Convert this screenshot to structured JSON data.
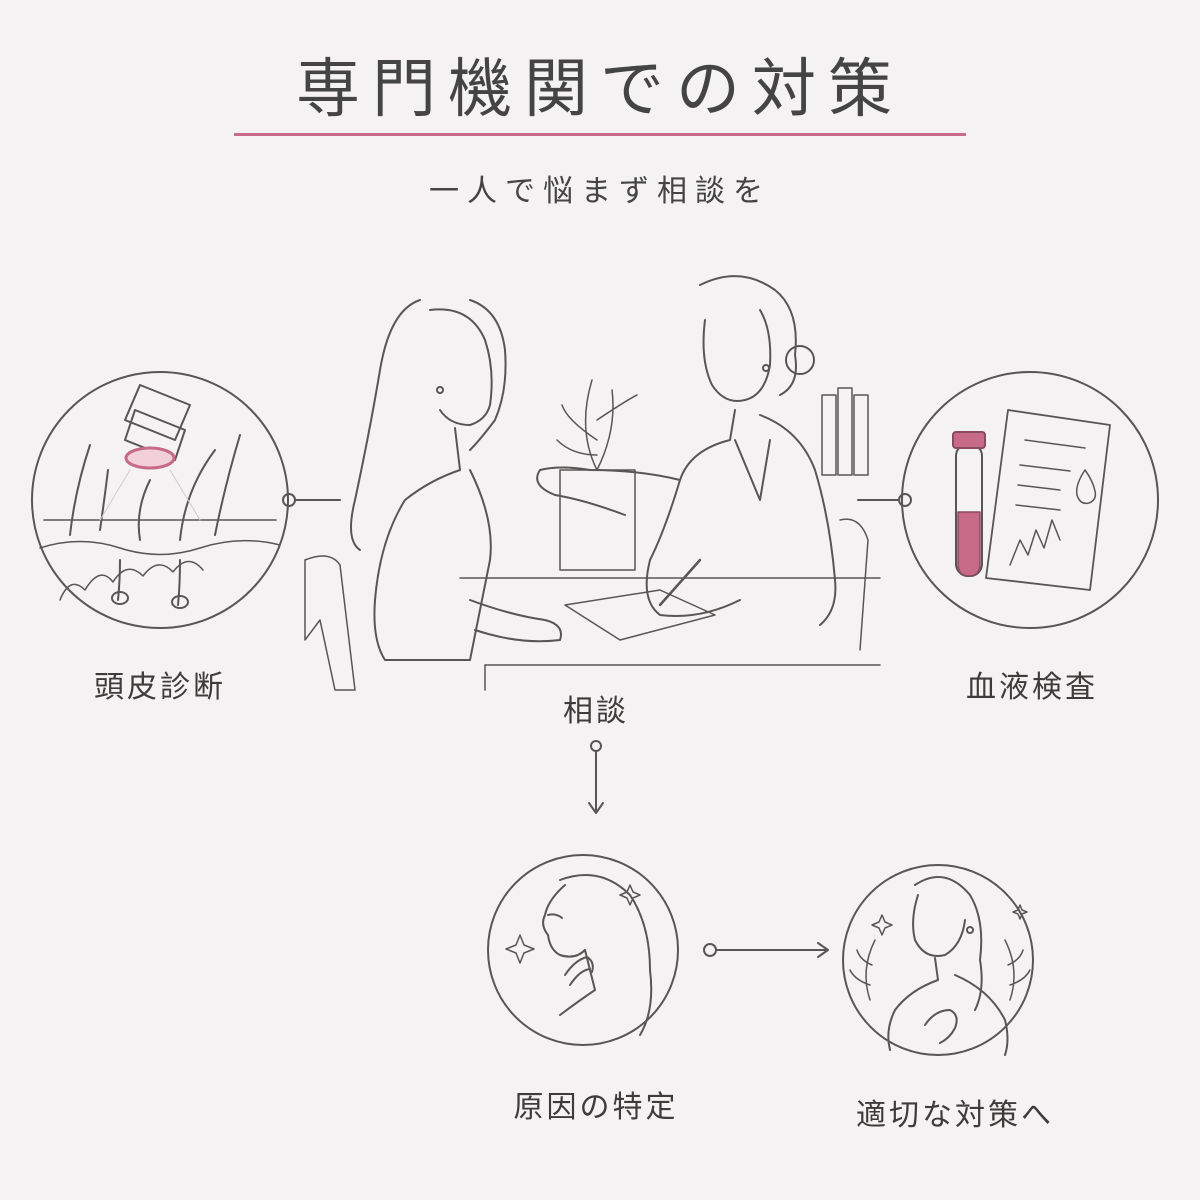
{
  "header": {
    "title": "専門機関での対策",
    "subtitle": "一人で悩まず相談を"
  },
  "nodes": {
    "scalp": {
      "label": "頭皮診断",
      "icon": "scalp-microscope-icon"
    },
    "consultation": {
      "label": "相談",
      "icon": "consultation-scene-icon"
    },
    "blood": {
      "label": "血液検査",
      "icon": "blood-test-tube-icon"
    },
    "cause": {
      "label": "原因の特定",
      "icon": "woman-touching-neck-icon"
    },
    "solution": {
      "label": "適切な対策へ",
      "icon": "smiling-woman-icon"
    }
  },
  "colors": {
    "accent": "#c66a88",
    "line": "#5a5555",
    "background": "#f4f2f2"
  }
}
